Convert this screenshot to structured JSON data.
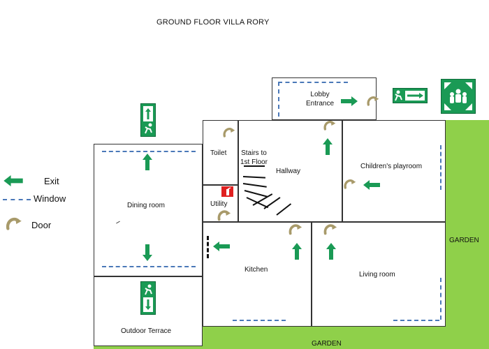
{
  "title": "GROUND FLOOR VILLA RORY",
  "legend": {
    "exit": "Exit",
    "window": "Window",
    "door": "Door"
  },
  "rooms": {
    "lobby": "Lobby\nEntrance",
    "toilet": "Toilet",
    "stairs": "Stairs to\n1st Floor",
    "hallway": "Hallway",
    "childrens_playroom": "Children's playroom",
    "dining_room": "Dining room",
    "utility": "Utility",
    "kitchen": "Kitchen",
    "living_room": "Living room",
    "outdoor_terrace": "Outdoor Terrace"
  },
  "garden_right": "GARDEN",
  "garden_bottom": "GARDEN",
  "colors": {
    "exit_green": "#1a9a55",
    "window_blue": "#4a78b8",
    "door_tan": "#a89a6a",
    "garden_green": "#8fd04a",
    "extinguisher_red": "#e02020"
  },
  "icons": [
    "exit-arrow-icon",
    "door-swing-icon",
    "emergency-exit-sign-icon",
    "assembly-point-icon",
    "fire-extinguisher-icon"
  ]
}
